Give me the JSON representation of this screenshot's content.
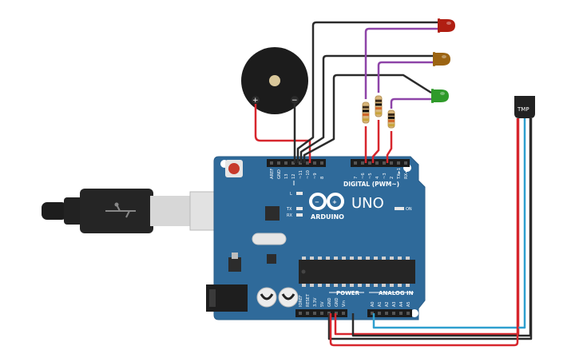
{
  "board": {
    "name": "UNO",
    "brand": "ARDUINO",
    "digital_header_label": "DIGITAL (PWM~)",
    "analog_header_label": "ANALOG IN",
    "power_header_label": "POWER",
    "on_label": "ON",
    "led_l_label": "L",
    "tx_label": "TX",
    "rx_label": "RX",
    "digital_pins_left": [
      "AREF",
      "GND",
      "13",
      "12",
      "~11",
      "~10",
      "~9",
      "8"
    ],
    "digital_pins_right": [
      "7",
      "~6",
      "~5",
      "4",
      "~3",
      "2",
      "TX►1",
      "RX◄0"
    ],
    "power_pins": [
      "IOREF",
      "RESET",
      "3.3V",
      "5V",
      "GND",
      "GND",
      "Vin"
    ],
    "analog_pins": [
      "A0",
      "A1",
      "A2",
      "A3",
      "A4",
      "A5"
    ]
  },
  "sensor": {
    "label": "TMP"
  },
  "buzzer": {
    "plus_label": "+",
    "minus_label": "−"
  },
  "leds": [
    {
      "name": "red",
      "color": "#b01e12"
    },
    {
      "name": "orange",
      "color": "#9c6412"
    },
    {
      "name": "green",
      "color": "#2f9a2a"
    }
  ],
  "colors": {
    "board": "#2f6a9a",
    "board_edge": "#2a5d88",
    "wire_black": "#2b2b2b",
    "wire_red": "#d7262d",
    "wire_purple": "#8e44a8",
    "wire_blue": "#2e9fcf"
  }
}
